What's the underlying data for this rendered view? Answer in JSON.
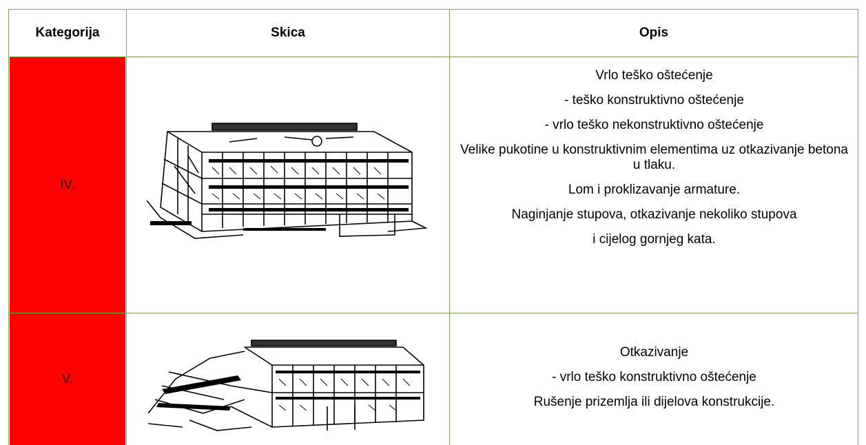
{
  "table": {
    "headers": {
      "category": "Kategorija",
      "sketch": "Skica",
      "description": "Opis"
    },
    "rows": [
      {
        "category": "IV.",
        "category_color": "#ff0000",
        "sketch_icon": "damaged-building-sketch-icon",
        "description": [
          "Vrlo teško oštećenje",
          "- teško konstruktivno oštećenje",
          "- vrlo teško nekonstruktivno oštećenje",
          "Velike pukotine u konstruktivnim elementima uz otkazivanje betona u tlaku.",
          "Lom i proklizavanje armature.",
          "Naginjanje stupova, otkazivanje nekoliko stupova",
          "i cijelog gornjeg kata."
        ]
      },
      {
        "category": "V.",
        "category_color": "#ff0000",
        "sketch_icon": "collapsed-building-sketch-icon",
        "description": [
          "Otkazivanje",
          "- vrlo teško konstruktivno oštećenje",
          "Rušenje prizemlja ili dijelova konstrukcije."
        ]
      }
    ],
    "border_color": "#7aa556"
  }
}
